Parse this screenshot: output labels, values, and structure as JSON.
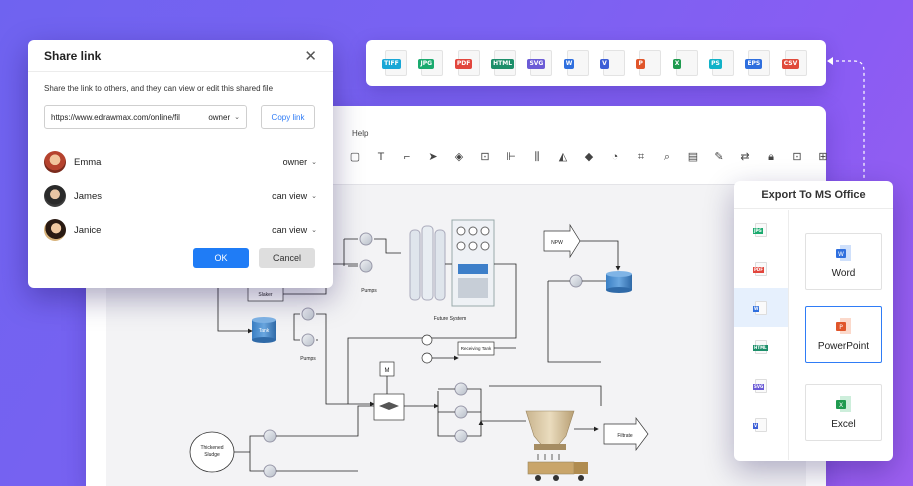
{
  "formats": [
    {
      "label": "TIFF",
      "color": "#19a7d6"
    },
    {
      "label": "JPG",
      "color": "#1aaa6e"
    },
    {
      "label": "PDF",
      "color": "#e2463d"
    },
    {
      "label": "HTML",
      "color": "#1d8f6a"
    },
    {
      "label": "SVG",
      "color": "#6b5bd6"
    },
    {
      "label": "W",
      "color": "#2f6fde"
    },
    {
      "label": "V",
      "color": "#3c5ed6"
    },
    {
      "label": "P",
      "color": "#e0552a"
    },
    {
      "label": "X",
      "color": "#1f9a4f"
    },
    {
      "label": "PS",
      "color": "#12b2c8"
    },
    {
      "label": "EPS",
      "color": "#2f6fde"
    },
    {
      "label": "CSV",
      "color": "#e04a3b"
    }
  ],
  "editor": {
    "menu_help": "Help"
  },
  "diagram": {
    "slaker": "Slaker",
    "tank": "Tank",
    "pumps1": "Pumps",
    "pumps2": "Pumps",
    "future_system": "Future System",
    "receiving_tank": "Receiving Tank",
    "npw": "NPW",
    "m_label": "M",
    "thickened_sludge": "Thickened Sludge",
    "filtrate": "Filtrate"
  },
  "share": {
    "title": "Share link",
    "description": "Share the link to others, and they can view or edit this shared file",
    "link_value": "https://www.edrawmax.com/online/fil",
    "link_permission": "owner",
    "copy_label": "Copy link",
    "users": [
      {
        "name": "Emma",
        "permission": "owner"
      },
      {
        "name": "James",
        "permission": "can view"
      },
      {
        "name": "Janice",
        "permission": "can view"
      }
    ],
    "ok_label": "OK",
    "cancel_label": "Cancel"
  },
  "export": {
    "title": "Export To MS Office",
    "side_formats": [
      {
        "label": "JPG",
        "color": "#1aaa6e"
      },
      {
        "label": "PDF",
        "color": "#e2463d"
      },
      {
        "label": "W",
        "color": "#2f6fde"
      },
      {
        "label": "HTML",
        "color": "#1d8f6a"
      },
      {
        "label": "SVG",
        "color": "#6b5bd6"
      },
      {
        "label": "V",
        "color": "#3c5ed6"
      }
    ],
    "cards": [
      {
        "label": "Word",
        "letter": "W",
        "color": "#2f6fde"
      },
      {
        "label": "PowerPoint",
        "letter": "P",
        "color": "#e0552a"
      },
      {
        "label": "Excel",
        "letter": "X",
        "color": "#1f9a4f"
      }
    ]
  }
}
